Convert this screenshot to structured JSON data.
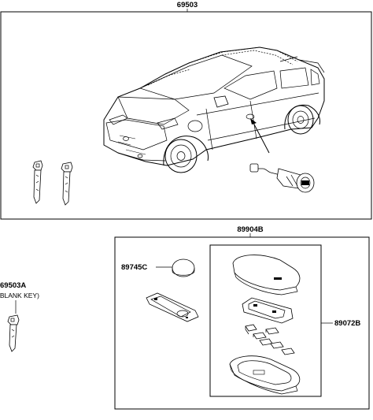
{
  "assembly": {
    "part_number": "69503",
    "blank_key": {
      "part_number": "69503A",
      "description": "(BLANK KEY)"
    }
  },
  "transmitter_kit": {
    "part_number": "89904B",
    "battery": {
      "part_number": "89745C"
    },
    "housing": {
      "part_number": "89072B"
    }
  }
}
